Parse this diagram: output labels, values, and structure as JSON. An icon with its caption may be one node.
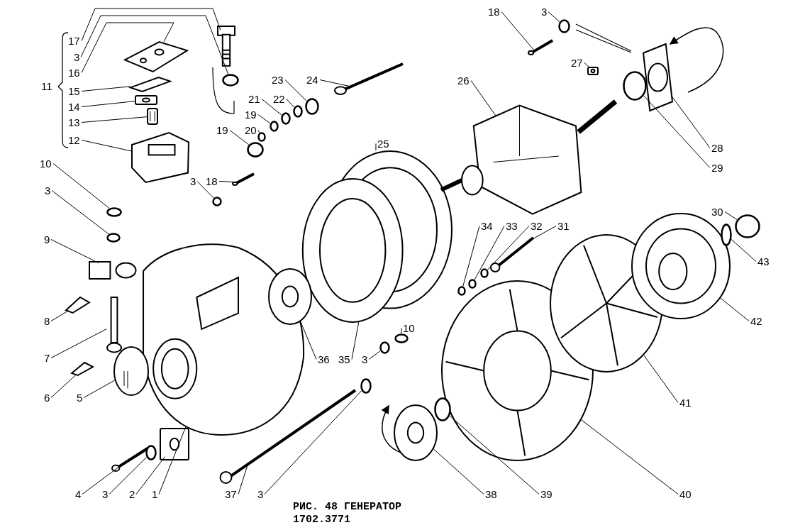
{
  "diagram": {
    "caption": "РИС. 48 ГЕНЕРАТОР 1702.3771",
    "nodes": [
      {
        "text": [
          "17"
        ]
      },
      {
        "text": [
          "3"
        ]
      },
      {
        "text": [
          "16"
        ]
      },
      {
        "text": [
          "15"
        ]
      },
      {
        "text": [
          "14"
        ]
      },
      {
        "text": [
          "13"
        ]
      },
      {
        "text": [
          "12"
        ]
      },
      {
        "text": [
          "18"
        ]
      },
      {
        "text": [
          "3"
        ]
      },
      {
        "text": [
          "27"
        ]
      },
      {
        "text": [
          "26"
        ]
      },
      {
        "text": [
          "28"
        ]
      },
      {
        "text": [
          "29"
        ]
      },
      {
        "text": [
          "24"
        ]
      },
      {
        "text": [
          "23"
        ]
      },
      {
        "text": [
          "21"
        ]
      },
      {
        "text": [
          "22"
        ]
      },
      {
        "text": [
          "19"
        ]
      },
      {
        "text": [
          "19"
        ]
      },
      {
        "text": [
          "20"
        ]
      },
      {
        "text": [
          "25"
        ]
      },
      {
        "text": [
          "10"
        ]
      },
      {
        "text": [
          "3"
        ]
      },
      {
        "text": [
          "18"
        ]
      },
      {
        "text": [
          "3"
        ]
      },
      {
        "text": [
          "34"
        ]
      },
      {
        "text": [
          "33"
        ]
      },
      {
        "text": [
          "32"
        ]
      },
      {
        "text": [
          "31"
        ]
      },
      {
        "text": [
          "30"
        ]
      },
      {
        "text": [
          "43"
        ]
      },
      {
        "text": [
          "9"
        ]
      },
      {
        "text": [
          "8"
        ]
      },
      {
        "text": [
          "42"
        ]
      },
      {
        "text": [
          "7"
        ]
      },
      {
        "text": [
          "36"
        ]
      },
      {
        "text": [
          "35"
        ]
      },
      {
        "text": [
          "3"
        ]
      },
      {
        "text": [
          "10"
        ]
      },
      {
        "text": [
          "6"
        ]
      },
      {
        "text": [
          "5"
        ]
      },
      {
        "text": [
          "41"
        ]
      },
      {
        "text": [
          "4"
        ]
      },
      {
        "text": [
          "3"
        ]
      },
      {
        "text": [
          "2"
        ]
      },
      {
        "text": [
          "1"
        ]
      },
      {
        "text": [
          "37"
        ]
      },
      {
        "text": [
          "3"
        ]
      },
      {
        "text": [
          "38"
        ]
      },
      {
        "text": [
          "39"
        ]
      },
      {
        "text": [
          "40"
        ]
      },
      {
        "text": [],
        "shape": "picture"
      },
      {
        "text": [],
        "shape": "circle"
      },
      {
        "text": [],
        "shape": "picture"
      },
      {
        "text": [],
        "shape": "picture"
      },
      {
        "text": [],
        "shape": "picture"
      },
      {
        "text": [],
        "shape": "picture"
      },
      {
        "text": [],
        "shape": "picture"
      },
      {
        "text": [],
        "shape": "picture"
      },
      {
        "text": [],
        "shape": "circle"
      },
      {
        "text": [],
        "shape": "picture"
      },
      {
        "text": [],
        "shape": "picture"
      },
      {
        "text": [],
        "shape": "picture"
      },
      {
        "text": [],
        "shape": "circle"
      },
      {
        "text": [],
        "shape": "picture"
      },
      {
        "text": [],
        "shape": "circle"
      },
      {
        "text": [],
        "shape": "circle"
      },
      {
        "text": [],
        "shape": "circle"
      },
      {
        "text": [],
        "shape": "circle"
      },
      {
        "text": [],
        "shape": "circle"
      },
      {
        "text": [],
        "shape": "circle"
      },
      {
        "text": [],
        "shape": "picture"
      },
      {
        "text": [],
        "shape": "circle"
      },
      {
        "text": [],
        "shape": "circle"
      },
      {
        "text": [],
        "shape": "picture"
      },
      {
        "text": [],
        "shape": "circle"
      },
      {
        "text": [],
        "shape": "circle"
      },
      {
        "text": [],
        "shape": "circle"
      },
      {
        "text": [],
        "shape": "circle"
      },
      {
        "text": [],
        "shape": "picture"
      },
      {
        "text": [],
        "shape": "circle"
      },
      {
        "text": [],
        "shape": "circle"
      },
      {
        "text": [],
        "shape": "picture"
      },
      {
        "text": [],
        "shape": "picture"
      },
      {
        "text": [],
        "shape": "picture"
      },
      {
        "text": [],
        "shape": "picture"
      },
      {
        "text": [],
        "shape": "picture"
      },
      {
        "text": [],
        "shape": "circle"
      },
      {
        "text": [],
        "shape": "circle"
      },
      {
        "text": [],
        "shape": "picture"
      },
      {
        "text": [],
        "shape": "picture"
      },
      {
        "text": [],
        "shape": "picture"
      },
      {
        "text": [],
        "shape": "picture"
      },
      {
        "text": [],
        "shape": "circle"
      },
      {
        "text": [],
        "shape": "picture"
      },
      {
        "text": [],
        "shape": "picture"
      },
      {
        "text": [],
        "shape": "picture"
      },
      {
        "text": [],
        "shape": "circle"
      },
      {
        "text": [],
        "shape": "picture"
      },
      {
        "text": [],
        "shape": "circle"
      },
      {
        "text": [],
        "shape": "picture"
      }
    ],
    "edges": [
      {
        "from": 0,
        "to": 51,
        "arrow": "none"
      },
      {
        "from": 1,
        "to": 52,
        "arrow": "none"
      },
      {
        "from": 2,
        "to": 53,
        "arrow": "none"
      },
      {
        "from": 3,
        "to": 54,
        "arrow": "none"
      },
      {
        "from": 4,
        "to": 55,
        "arrow": "none"
      },
      {
        "from": 5,
        "to": 56,
        "arrow": "none"
      },
      {
        "from": 6,
        "to": 57,
        "arrow": "none"
      },
      {
        "from": 7,
        "to": 58,
        "arrow": "none"
      },
      {
        "from": 8,
        "to": 59,
        "arrow": "none"
      },
      {
        "from": 9,
        "to": 60,
        "arrow": "none"
      },
      {
        "from": 10,
        "to": 61,
        "arrow": "none"
      },
      {
        "from": 11,
        "to": 62,
        "arrow": "none"
      },
      {
        "from": 12,
        "to": 63,
        "arrow": "none"
      },
      {
        "from": 13,
        "to": 64,
        "arrow": "none"
      },
      {
        "from": 14,
        "to": 65,
        "arrow": "none"
      },
      {
        "from": 15,
        "to": 66,
        "arrow": "none"
      },
      {
        "from": 16,
        "to": 67,
        "arrow": "none"
      },
      {
        "from": 17,
        "to": 68,
        "arrow": "none"
      },
      {
        "from": 18,
        "to": 69,
        "arrow": "none"
      },
      {
        "from": 19,
        "to": 70,
        "arrow": "none"
      },
      {
        "from": 20,
        "to": 71,
        "arrow": "none"
      },
      {
        "from": 21,
        "to": 72,
        "arrow": "none"
      },
      {
        "from": 22,
        "to": 73,
        "arrow": "none"
      },
      {
        "from": 23,
        "to": 74,
        "arrow": "none"
      },
      {
        "from": 24,
        "to": 75,
        "arrow": "none"
      },
      {
        "from": 25,
        "to": 76,
        "arrow": "none"
      },
      {
        "from": 26,
        "to": 77,
        "arrow": "none"
      },
      {
        "from": 27,
        "to": 78,
        "arrow": "none"
      },
      {
        "from": 28,
        "to": 79,
        "arrow": "none"
      },
      {
        "from": 29,
        "to": 80,
        "arrow": "none"
      },
      {
        "from": 30,
        "to": 81,
        "arrow": "none"
      },
      {
        "from": 31,
        "to": 82,
        "arrow": "none"
      },
      {
        "from": 32,
        "to": 83,
        "arrow": "none"
      },
      {
        "from": 33,
        "to": 84,
        "arrow": "none"
      },
      {
        "from": 34,
        "to": 85,
        "arrow": "none"
      },
      {
        "from": 35,
        "to": 86,
        "arrow": "none"
      },
      {
        "from": 36,
        "to": 71,
        "arrow": "none"
      },
      {
        "from": 37,
        "to": 87,
        "arrow": "none"
      },
      {
        "from": 38,
        "to": 88,
        "arrow": "none"
      },
      {
        "from": 39,
        "to": 89,
        "arrow": "none"
      },
      {
        "from": 40,
        "to": 90,
        "arrow": "none"
      },
      {
        "from": 41,
        "to": 91,
        "arrow": "none"
      },
      {
        "from": 42,
        "to": 92,
        "arrow": "none"
      },
      {
        "from": 43,
        "to": 93,
        "arrow": "none"
      },
      {
        "from": 44,
        "to": 94,
        "arrow": "none"
      },
      {
        "from": 45,
        "to": 95,
        "arrow": "none"
      },
      {
        "from": 46,
        "to": 96,
        "arrow": "none"
      },
      {
        "from": 47,
        "to": 97,
        "arrow": "none"
      },
      {
        "from": 48,
        "to": 98,
        "arrow": "none"
      },
      {
        "from": 49,
        "to": 99,
        "arrow": "none"
      },
      {
        "from": 50,
        "to": 100,
        "arrow": "none"
      }
    ],
    "labels": [
      "11"
    ]
  }
}
